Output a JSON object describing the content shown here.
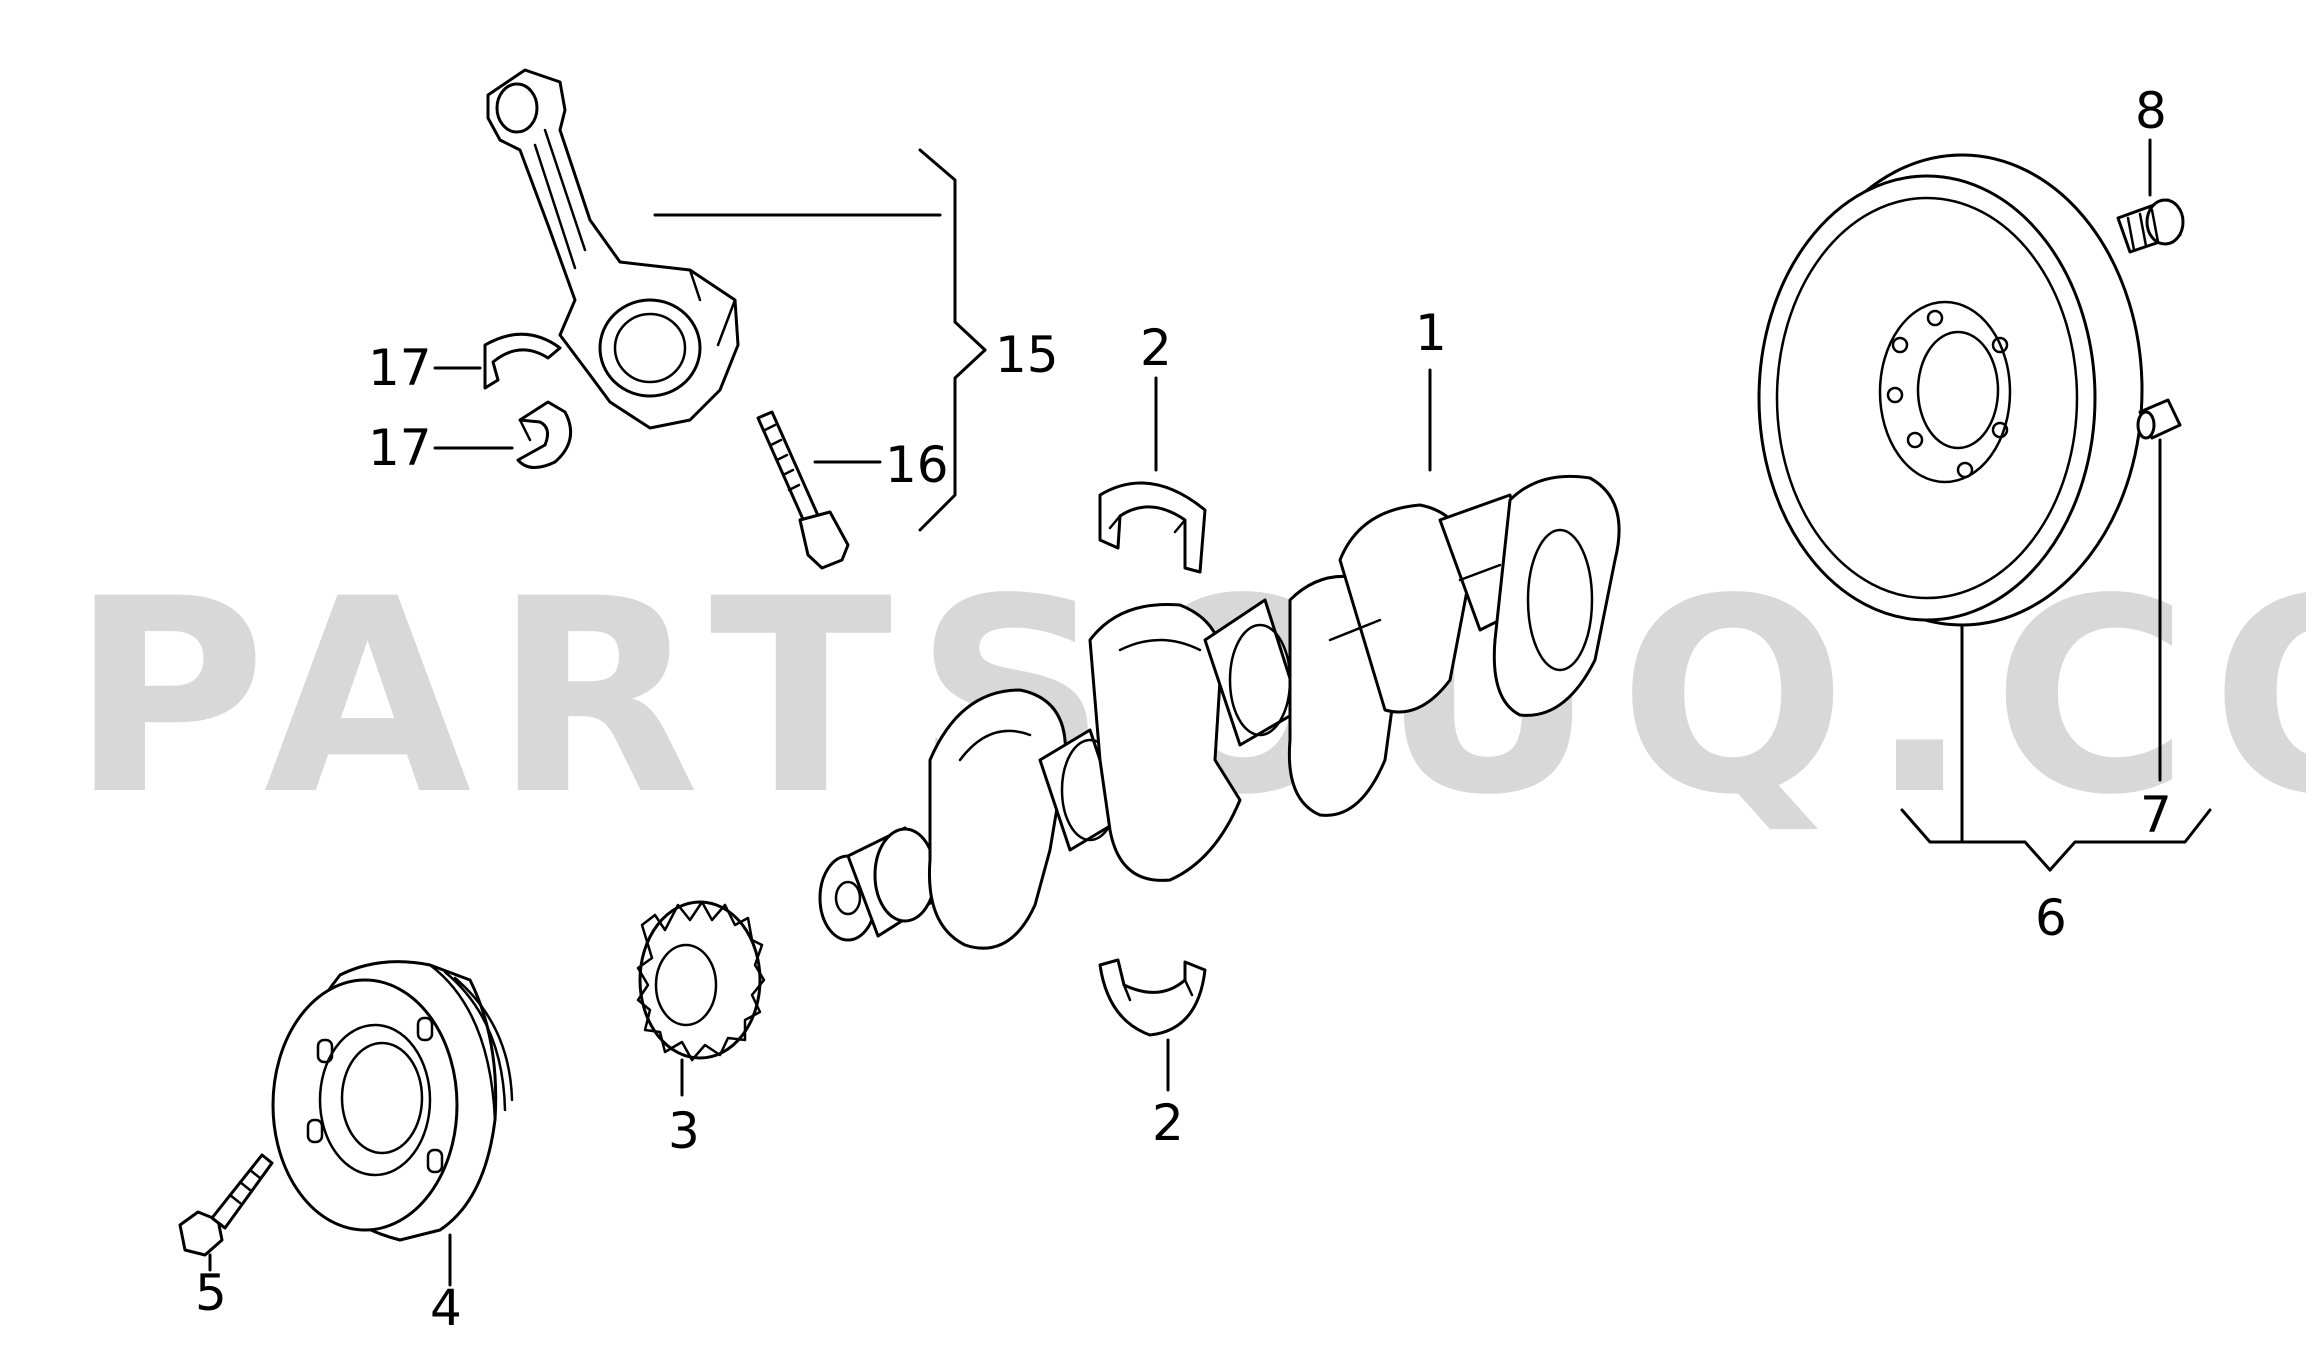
{
  "watermark": "PARTSOUQ.COM",
  "callouts": {
    "c1": "1",
    "c2_top": "2",
    "c2_bottom": "2",
    "c3": "3",
    "c4": "4",
    "c5": "5",
    "c6": "6",
    "c7": "7",
    "c8": "8",
    "c15": "15",
    "c16": "16",
    "c17_top": "17",
    "c17_bottom": "17"
  }
}
